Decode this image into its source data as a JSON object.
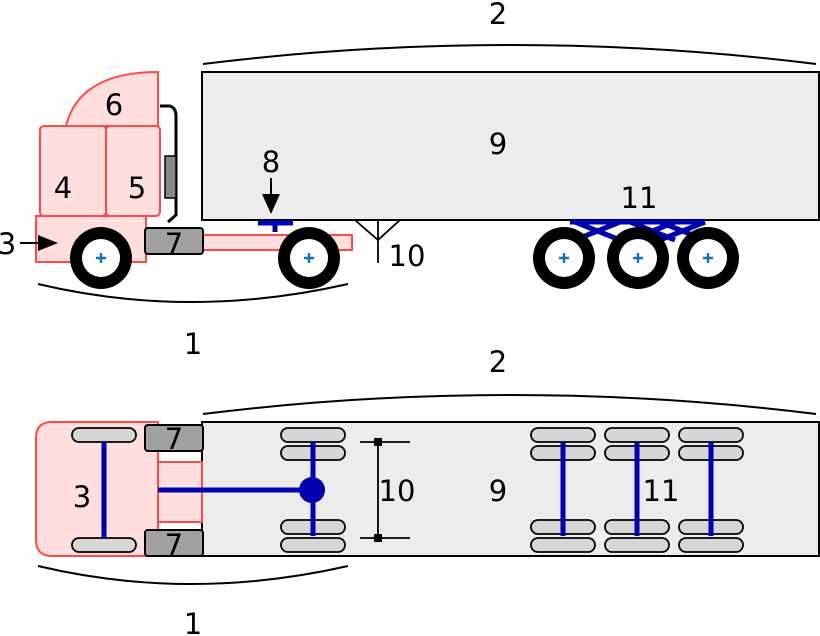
{
  "labels": {
    "combination": "1",
    "trailer": "2",
    "bumper": "3",
    "cab_lower": "4",
    "sleeper_lower": "5",
    "fairing": "6",
    "fuel_tank": "7",
    "fifth_wheel": "8",
    "trailer_body": "9",
    "kingpin": "10",
    "trailer_axles": "11"
  },
  "colors": {
    "cab_fill": "#ffdede",
    "cab_stroke": "#ff4a4a",
    "trailer_fill": "#ececec",
    "axle_blue": "#0000b0",
    "hub_blue": "#1573b5"
  }
}
